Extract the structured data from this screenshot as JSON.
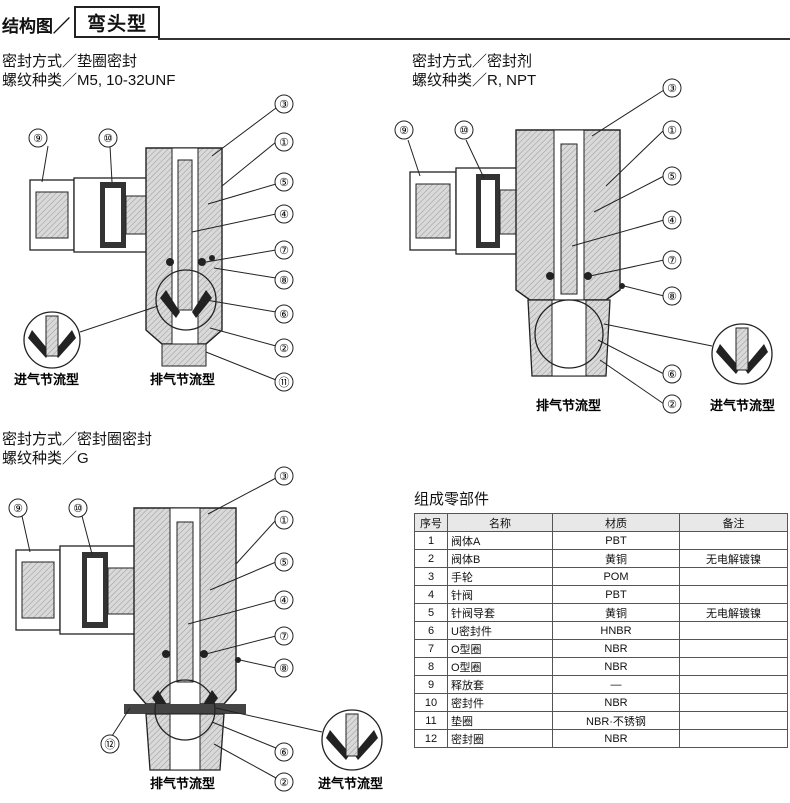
{
  "header": {
    "left_title": "结构图／",
    "boxed_title": "弯头型"
  },
  "sections": [
    {
      "seal_line": "密封方式／垫圈密封",
      "thread_line": "螺纹种类／M5, 10-32UNF",
      "caption_exhaust": "排气节流型",
      "caption_intake": "进气节流型"
    },
    {
      "seal_line": "密封方式／密封剂",
      "thread_line": "螺纹种类／R, NPT",
      "caption_exhaust": "排气节流型",
      "caption_intake": "进气节流型"
    },
    {
      "seal_line": "密封方式／密封圈密封",
      "thread_line": "螺纹种类／G",
      "caption_exhaust": "排气节流型",
      "caption_intake": "进气节流型"
    }
  ],
  "callouts": {
    "d1": [
      "⑨",
      "⑩",
      "③",
      "①",
      "⑤",
      "④",
      "⑦",
      "⑧",
      "⑥",
      "②",
      "⑪"
    ],
    "d2": [
      "⑨",
      "⑩",
      "③",
      "①",
      "⑤",
      "④",
      "⑦",
      "⑧",
      "⑥",
      "②"
    ],
    "d3": [
      "⑨",
      "⑩",
      "③",
      "①",
      "⑤",
      "④",
      "⑦",
      "⑧",
      "⑫",
      "⑥",
      "②"
    ]
  },
  "parts": {
    "title": "组成零部件",
    "headers": [
      "序号",
      "名称",
      "材质",
      "备注"
    ],
    "rows": [
      [
        "1",
        "阀体A",
        "PBT",
        ""
      ],
      [
        "2",
        "阀体B",
        "黄铜",
        "无电解镀镍"
      ],
      [
        "3",
        "手轮",
        "POM",
        ""
      ],
      [
        "4",
        "针阀",
        "PBT",
        ""
      ],
      [
        "5",
        "针阀导套",
        "黄铜",
        "无电解镀镍"
      ],
      [
        "6",
        "U密封件",
        "HNBR",
        ""
      ],
      [
        "7",
        "O型圈",
        "NBR",
        ""
      ],
      [
        "8",
        "O型圈",
        "NBR",
        ""
      ],
      [
        "9",
        "释放套",
        "—",
        ""
      ],
      [
        "10",
        "密封件",
        "NBR",
        ""
      ],
      [
        "11",
        "垫圈",
        "NBR·不锈钢",
        ""
      ],
      [
        "12",
        "密封圈",
        "NBR",
        ""
      ]
    ]
  },
  "colors": {
    "body_fill": "#d9d9d9",
    "line": "#222222",
    "dark_fill": "#333333"
  }
}
